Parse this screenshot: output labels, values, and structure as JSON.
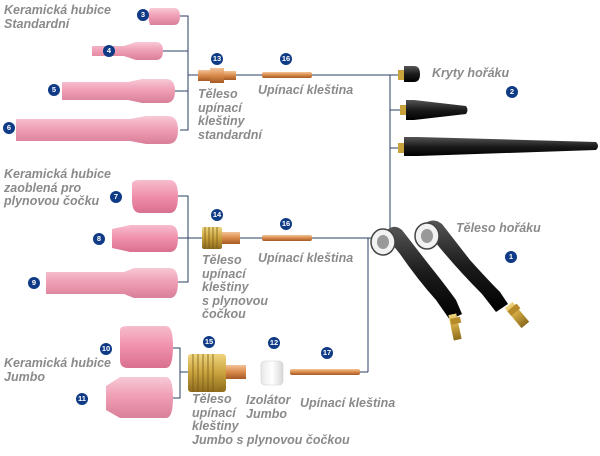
{
  "labels": {
    "ceramic_standard": "Keramická hubice\nStandardní",
    "ceramic_rounded": "Keramická hubice\nzaoblená pro\nplynovou čočku",
    "ceramic_jumbo": "Keramická hubice\nJumbo",
    "body_standard": "Těleso\nupínací\nkleštiny\nstandardní",
    "collet_1": "Upínací kleština",
    "body_gas_lens": "Těleso\nupínací\nkleštiny\ns plynovou\nčočkou",
    "collet_2": "Upínací kleština",
    "body_jumbo": "Těleso\nupínací\nkleštiny\nJumbo s plynovou čočkou",
    "insulator": "Izolátor\nJumbo",
    "collet_3": "Upínací kleština",
    "torch_caps": "Kryty hořáku",
    "torch_body": "Těleso hořáku"
  },
  "badges": {
    "b1": "1",
    "b2": "2",
    "b3": "3",
    "b4": "4",
    "b5": "5",
    "b6": "6",
    "b7": "7",
    "b8": "8",
    "b9": "9",
    "b10": "10",
    "b11": "11",
    "b12": "12",
    "b13": "13",
    "b14": "14",
    "b15": "15",
    "b16a": "16",
    "b16b": "16",
    "b17": "17"
  },
  "colors": {
    "badge": "#0f3b86",
    "label": "#8a8a8a",
    "ceramic": "#f2a6ba",
    "brass": "#c9a23c",
    "copper": "#d98a4a"
  }
}
